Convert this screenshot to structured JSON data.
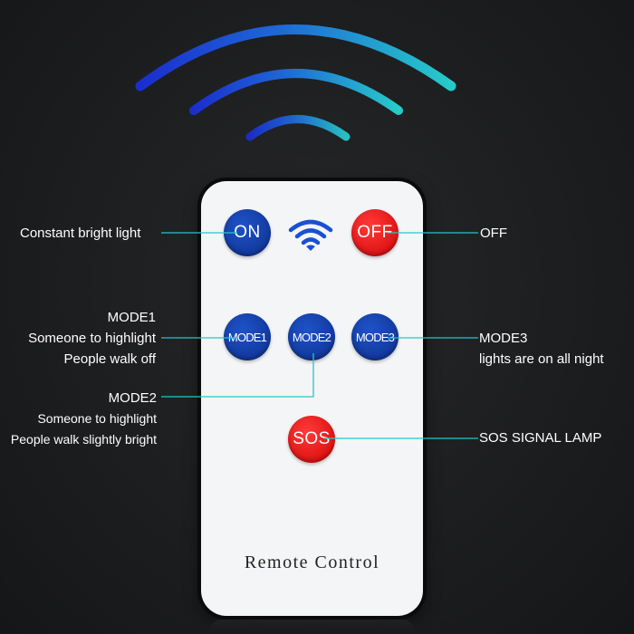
{
  "remote": {
    "title": "Remote Control",
    "buttons": {
      "on": "ON",
      "off": "OFF",
      "mode1": "MODE1",
      "mode2": "MODE2",
      "mode3": "MODE3",
      "sos": "SOS"
    },
    "icon": "wifi-signal-icon"
  },
  "labels": {
    "on": "Constant bright light",
    "off": "OFF",
    "mode1": [
      "MODE1",
      "Someone to highlight",
      "People walk off"
    ],
    "mode2": [
      "MODE2",
      "Someone to highlight",
      "People walk slightly bright"
    ],
    "mode3": [
      "MODE3",
      "lights are on all night"
    ],
    "sos": "SOS SIGNAL LAMP"
  },
  "colors": {
    "background": "#1c1d1f",
    "remote_body": "#f4f5f6",
    "button_blue": "#123a9f",
    "button_red": "#e01414",
    "leader_line": "#25c6c9",
    "wave_start": "#1a3de0",
    "wave_end": "#27d0d0"
  }
}
